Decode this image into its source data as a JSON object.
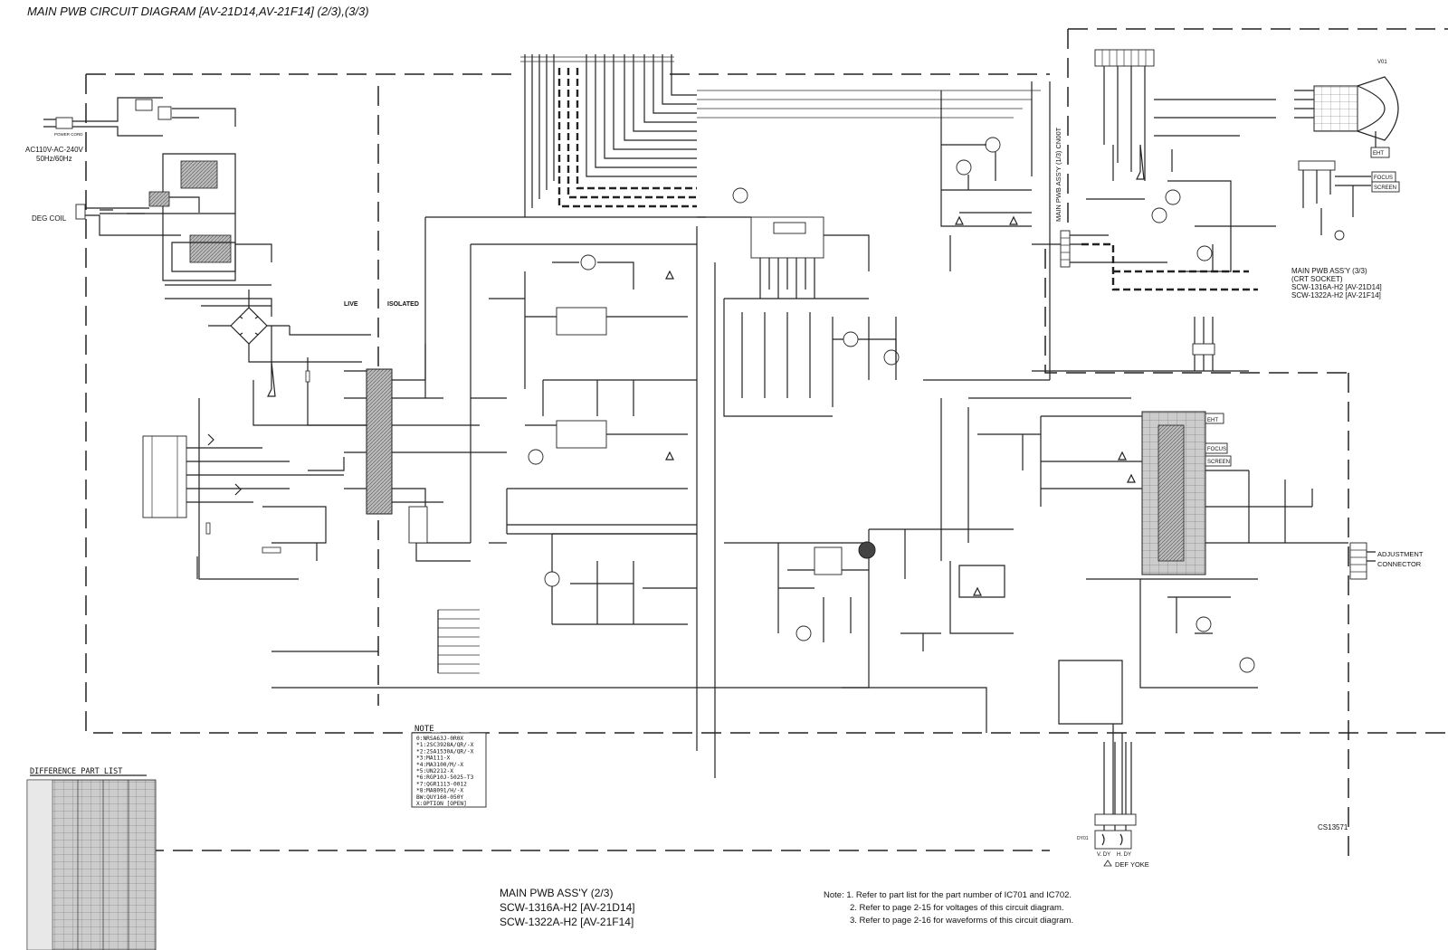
{
  "title": "MAIN PWB CIRCUIT DIAGRAM [AV-21D14,AV-21F14] (2/3),(3/3)",
  "power_input": {
    "power_cord_label": "POWER CORD",
    "mains_label_line1": "AC110V-AC-240V",
    "mains_label_line2": "50Hz/60Hz",
    "deg_coil_label": "DEG COIL"
  },
  "isolation": {
    "live_label": "LIVE",
    "isolated_label": "ISOLATED"
  },
  "crt_socket": {
    "vertical_label": "MAIN PWB ASS'Y (1/3) CN00T",
    "assy_line1": "MAIN PWB ASS'Y (3/3)",
    "assy_line2": "(CRT SOCKET)",
    "assy_line3": "SCW-1316A-H2 [AV-21D14]",
    "assy_line4": "SCW-1322A-H2 [AV-21F14]",
    "v01_label": "V01",
    "eht_label": "EHT",
    "focus_label": "FOCUS",
    "screen_label": "SCREEN"
  },
  "fbt": {
    "eht_label": "EHT",
    "focus_label": "FOCUS",
    "screen_label": "SCREEN"
  },
  "adjustment": {
    "label_line1": "ADJUSTMENT",
    "label_line2": "CONNECTOR"
  },
  "note": {
    "heading": "NOTE",
    "items": [
      "0:NRSA63J-0R0X",
      "*1:2SC3928A/QR/-X",
      "*2:2SA1530A/QR/-X",
      "*3:MA111-X",
      "*4:MA3100/M/-X",
      "*5:UN2212-X",
      "*6:RGP10J-5025-T3",
      "*7:QGR1113-0012",
      "*8:MA8091/H/-X",
      "BW:QUY160-050Y",
      "X:OPTION [OPEN]"
    ]
  },
  "difference_part_list": {
    "heading": "DIFFERENCE PART LIST"
  },
  "main_assy": {
    "line1": "MAIN PWB ASS'Y (2/3)",
    "line2": "SCW-1316A-H2 [AV-21D14]",
    "line3": "SCW-1322A-H2 [AV-21F14]"
  },
  "notes_footer": [
    "Note: 1. Refer to part list for the part number of IC701 and IC702.",
    "2. Refer to page 2-15 for voltages of this circuit diagram.",
    "3. Refer to page 2-16 for waveforms of this circuit diagram."
  ],
  "def_yoke": {
    "label": "DEF YOKE",
    "v_dy": "V. DY",
    "h_dy": "H. DY",
    "ref": "DY01"
  },
  "drawing_code": "CS13571"
}
